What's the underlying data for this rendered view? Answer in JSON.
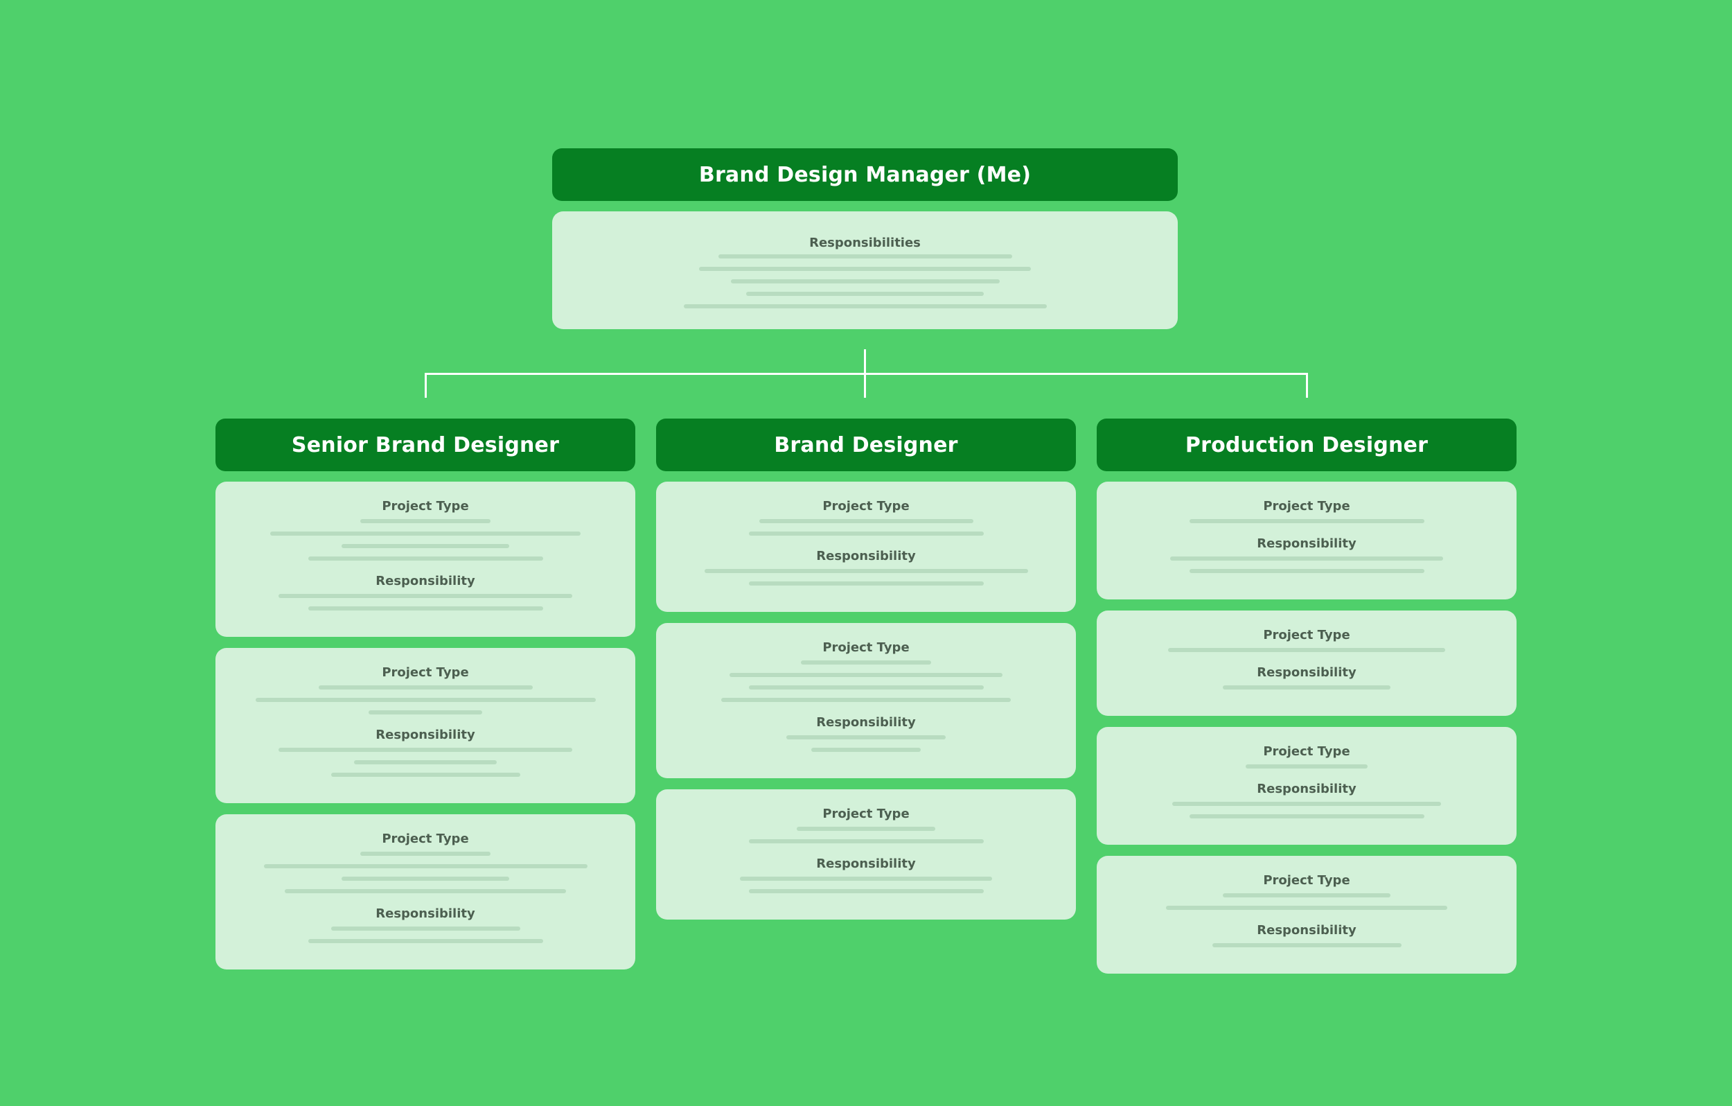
{
  "colors": {
    "background": "#4fd06b",
    "header_fill": "#067f22",
    "header_text": "#ffffff",
    "card_fill": "#d3f1d9",
    "label_text": "#4c5f50",
    "placeholder_line": "#b8dcc0",
    "connector": "#ffffff"
  },
  "manager": {
    "title": "Brand Design Manager (Me)",
    "card": {
      "label": "Responsibilities",
      "line_widths": [
        0.47,
        0.53,
        0.43,
        0.38,
        0.58
      ]
    }
  },
  "columns": [
    {
      "title": "Senior Brand Designer",
      "cards": [
        {
          "sections": [
            {
              "label": "Project Type",
              "line_widths": [
                0.31,
                0.74,
                0.4,
                0.56
              ]
            },
            {
              "label": "Responsibility",
              "line_widths": [
                0.7,
                0.56
              ]
            }
          ]
        },
        {
          "sections": [
            {
              "label": "Project Type",
              "line_widths": [
                0.51,
                0.81,
                0.27
              ]
            },
            {
              "label": "Responsibility",
              "line_widths": [
                0.7,
                0.34,
                0.45
              ]
            }
          ]
        },
        {
          "sections": [
            {
              "label": "Project Type",
              "line_widths": [
                0.31,
                0.77,
                0.4,
                0.67
              ]
            },
            {
              "label": "Responsibility",
              "line_widths": [
                0.45,
                0.56
              ]
            }
          ]
        }
      ]
    },
    {
      "title": "Brand Designer",
      "cards": [
        {
          "sections": [
            {
              "label": "Project Type",
              "line_widths": [
                0.51,
                0.56
              ]
            },
            {
              "label": "Responsibility",
              "line_widths": [
                0.77,
                0.56
              ]
            }
          ]
        },
        {
          "sections": [
            {
              "label": "Project Type",
              "line_widths": [
                0.31,
                0.65,
                0.56,
                0.69
              ]
            },
            {
              "label": "Responsibility",
              "line_widths": [
                0.38,
                0.26
              ]
            }
          ]
        },
        {
          "sections": [
            {
              "label": "Project Type",
              "line_widths": [
                0.33,
                0.56
              ]
            },
            {
              "label": "Responsibility",
              "line_widths": [
                0.6,
                0.56
              ]
            }
          ]
        }
      ]
    },
    {
      "title": "Production Designer",
      "cards": [
        {
          "sections": [
            {
              "label": "Project Type",
              "line_widths": [
                0.56
              ]
            },
            {
              "label": "Responsibility",
              "line_widths": [
                0.65,
                0.56
              ]
            }
          ]
        },
        {
          "sections": [
            {
              "label": "Project Type",
              "line_widths": [
                0.66
              ]
            },
            {
              "label": "Responsibility",
              "line_widths": [
                0.4
              ]
            }
          ]
        },
        {
          "sections": [
            {
              "label": "Project Type",
              "line_widths": [
                0.29
              ]
            },
            {
              "label": "Responsibility",
              "line_widths": [
                0.64,
                0.56
              ]
            }
          ]
        },
        {
          "sections": [
            {
              "label": "Project Type",
              "line_widths": [
                0.4,
                0.67
              ]
            },
            {
              "label": "Responsibility",
              "line_widths": [
                0.45
              ]
            }
          ]
        }
      ]
    }
  ]
}
